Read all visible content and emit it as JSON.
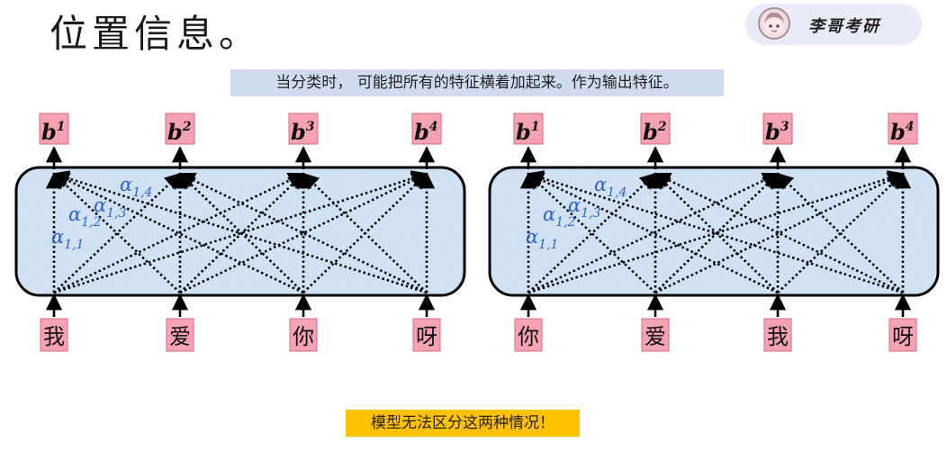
{
  "page": {
    "title": "位置信息。",
    "brand_name": "李哥考研",
    "note_top": "当分类时， 可能把所有的特征横着加起来。作为输出特征。",
    "note_bottom": "模型无法区分这两种情况！"
  },
  "outputs": [
    {
      "base": "b",
      "sup": "1"
    },
    {
      "base": "b",
      "sup": "2"
    },
    {
      "base": "b",
      "sup": "3"
    },
    {
      "base": "b",
      "sup": "4"
    }
  ],
  "diagrams": [
    {
      "tokens": [
        "我",
        "爱",
        "你",
        "呀"
      ],
      "weights": [
        {
          "base": "α",
          "sub": "1,1"
        },
        {
          "base": "α",
          "sub": "1,2"
        },
        {
          "base": "α",
          "sub": "1,3"
        },
        {
          "base": "α",
          "sub": "1,4"
        }
      ]
    },
    {
      "tokens": [
        "你",
        "爱",
        "我",
        "呀"
      ],
      "weights": [
        {
          "base": "α",
          "sub": "1,1"
        },
        {
          "base": "α",
          "sub": "1,2"
        },
        {
          "base": "α",
          "sub": "1,3"
        },
        {
          "base": "α",
          "sub": "1,4"
        }
      ]
    }
  ],
  "colors": {
    "panel_fill": "#d3e3f4",
    "token_fill": "#f5a3b3",
    "alpha_text": "#2f63c4",
    "note_top_bg": "#cfdcf0",
    "note_bottom_bg": "#ffc100"
  }
}
